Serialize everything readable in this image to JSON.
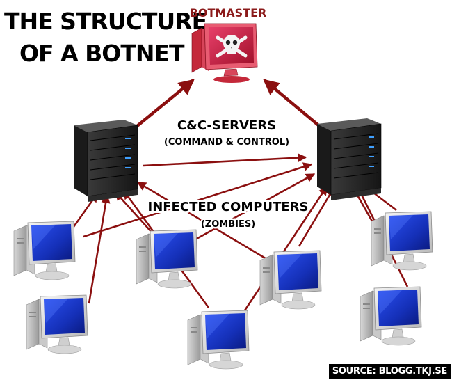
{
  "title": {
    "line1": "THE STRUCTURE",
    "line2": "OF A BOTNET"
  },
  "botmaster": {
    "label": "BOTMASTER"
  },
  "servers": {
    "label": "C&C-SERVERS",
    "sublabel": "(COMMAND & CONTROL)"
  },
  "infected": {
    "label": "INFECTED COMPUTERS",
    "sublabel": "(ZOMBIES)"
  },
  "source": "SOURCE: BLOGG.TKJ.SE",
  "colors": {
    "arrow": "#8b0f0f",
    "botmaster_label": "#8b1a1a",
    "botmaster_screen": "#c0223a",
    "screen_blue": "#1f3fd0",
    "server_body": "#2a2a2a",
    "server_led": "#3fa0ff"
  },
  "icons": [
    "skull-crossbones-icon",
    "server-tower-icon",
    "desktop-computer-icon"
  ]
}
